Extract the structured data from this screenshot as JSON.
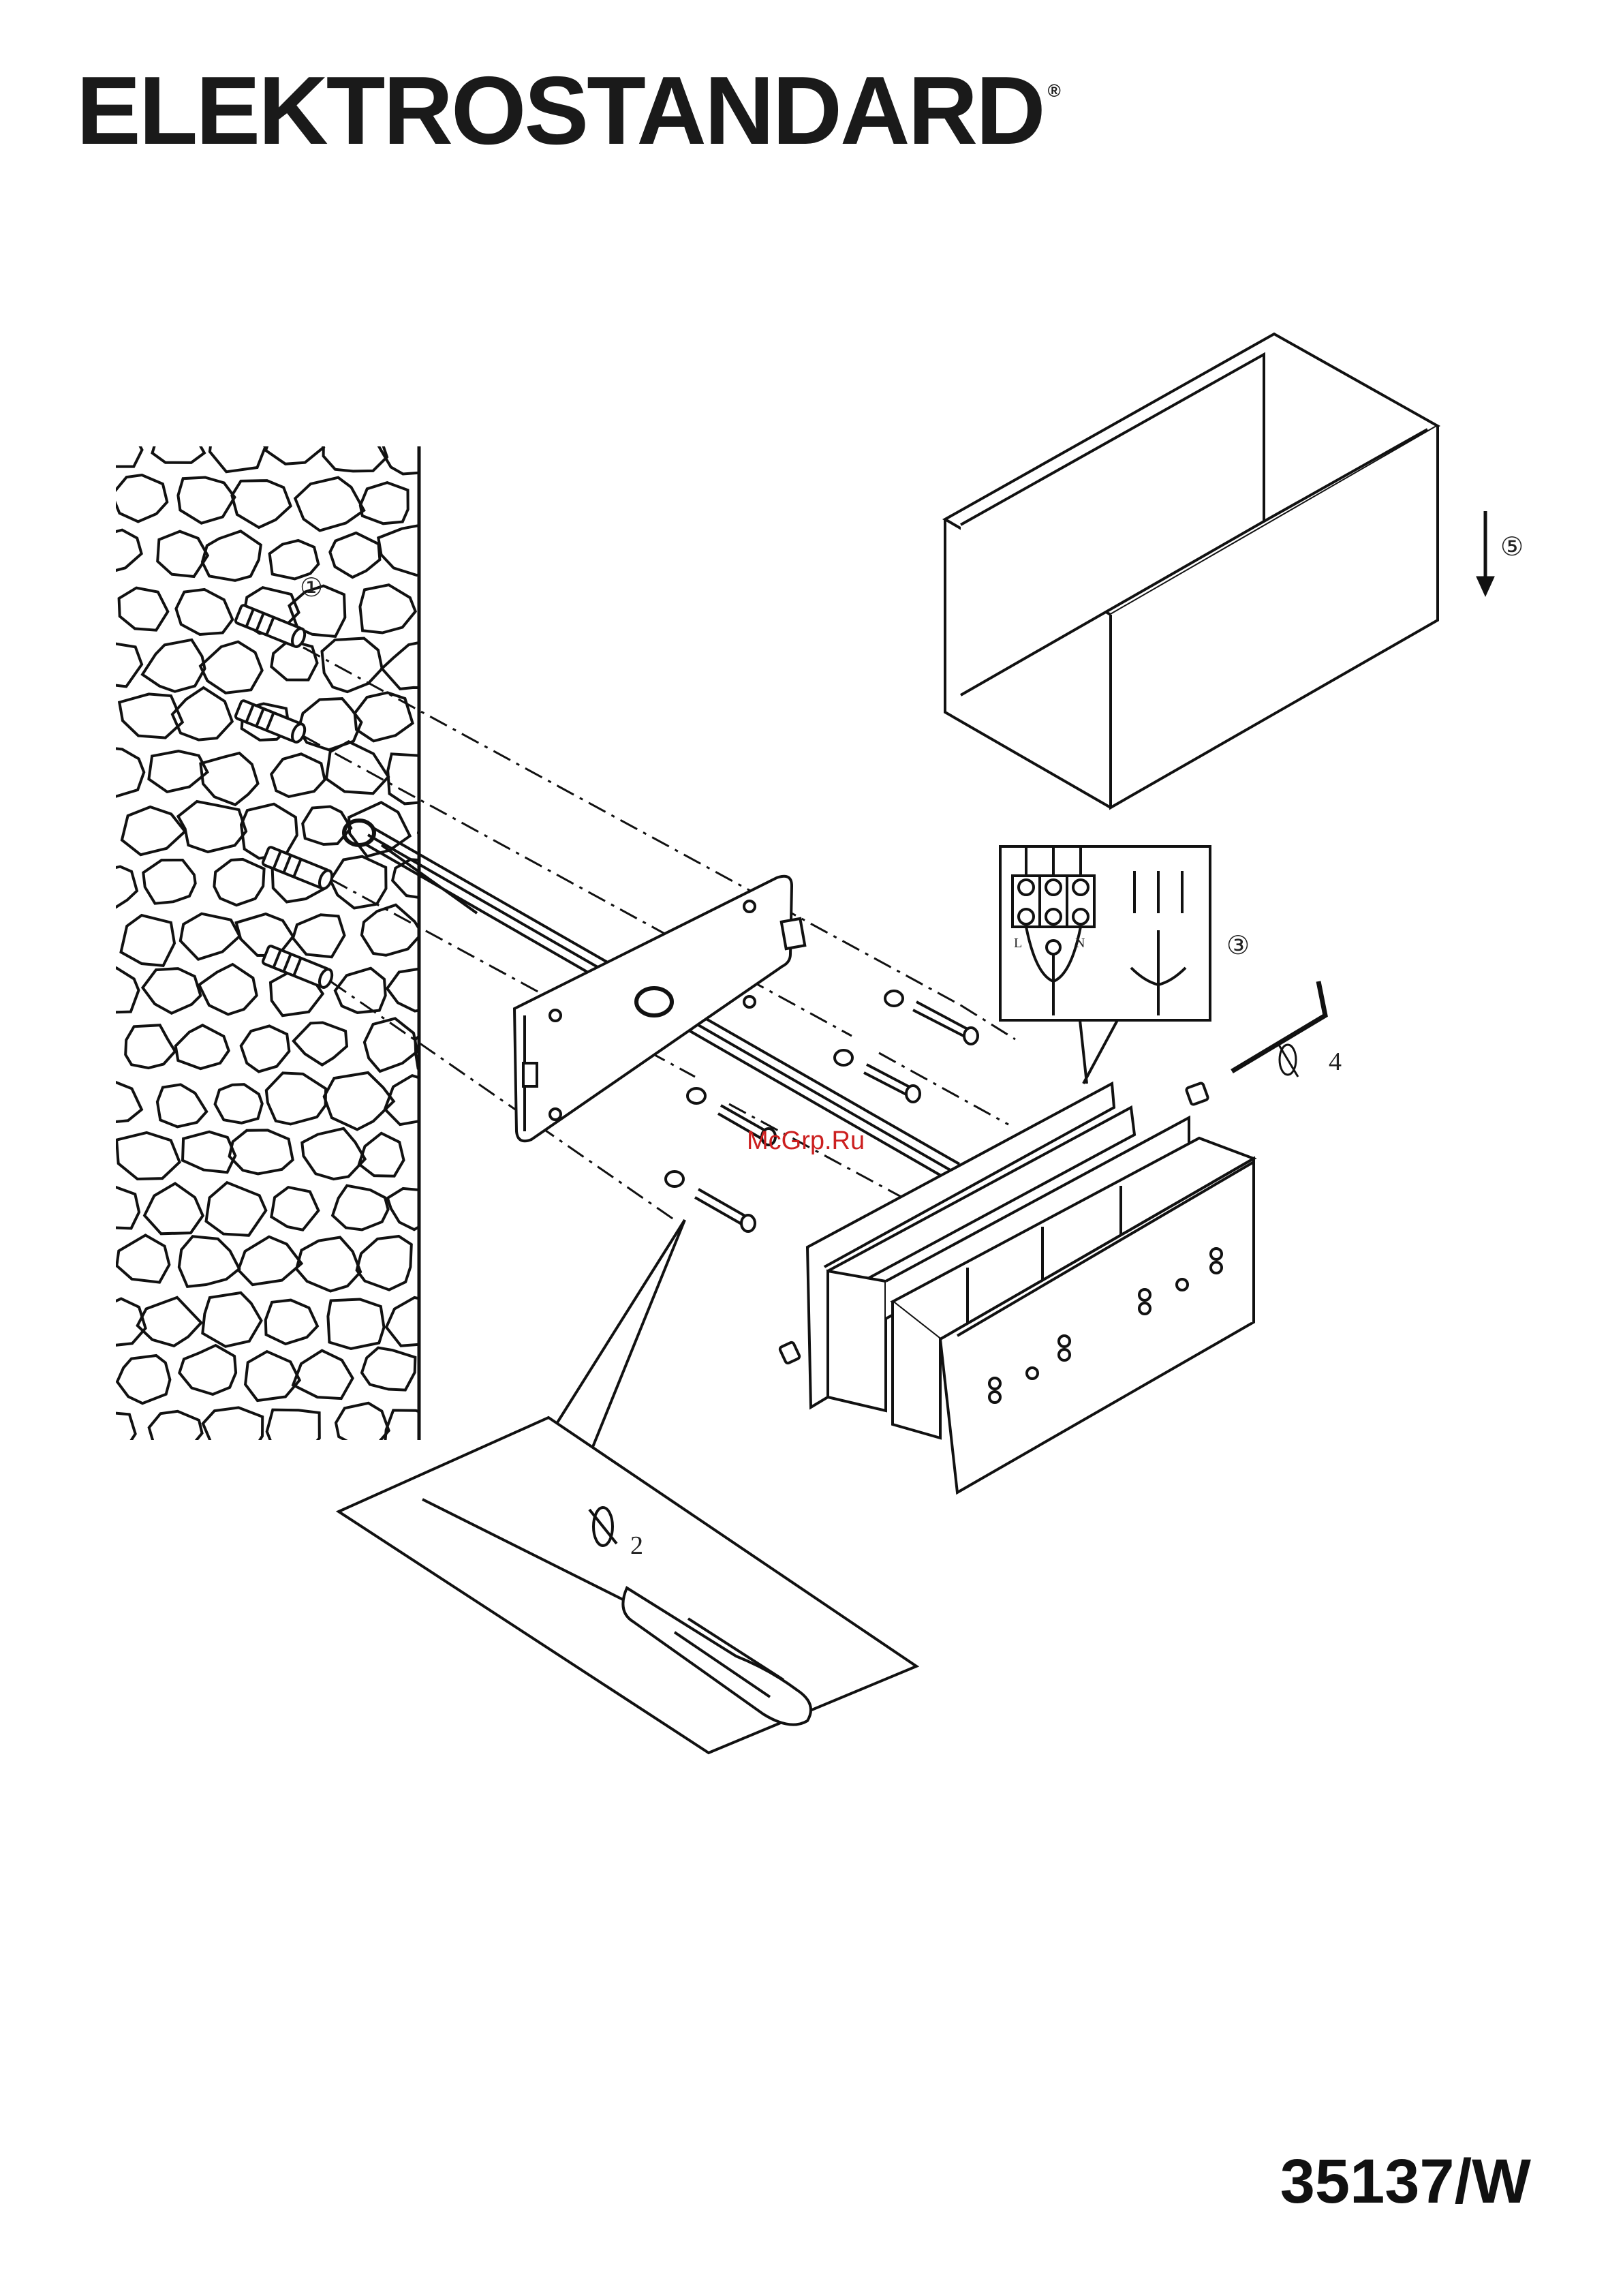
{
  "header": {
    "brand": "ELEKTROSTANDARD",
    "registered": "®"
  },
  "footer": {
    "model": "35137/W"
  },
  "watermark": "McGrp.Ru",
  "steps": {
    "step1": "①",
    "step2": "2",
    "step3": "③",
    "step4": "4",
    "step5": "⑤"
  },
  "terminals": {
    "left": "L",
    "right": "N"
  },
  "icons": [
    "stone-wall",
    "wall-plug",
    "mounting-plate",
    "screw",
    "washer",
    "terminal-block",
    "lamp-body",
    "shade-box",
    "screwdriver",
    "hex-key",
    "rotate-arrow"
  ]
}
